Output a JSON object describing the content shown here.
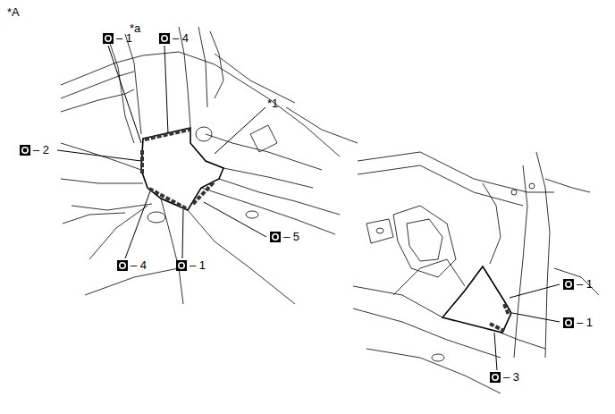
{
  "diagram": {
    "labels": [
      "*A",
      "*a",
      "– 1",
      "– 4",
      "*1",
      "– 2",
      "– 5",
      "– 4",
      "– 1",
      "– 1",
      "– 1",
      "– 3"
    ]
  }
}
